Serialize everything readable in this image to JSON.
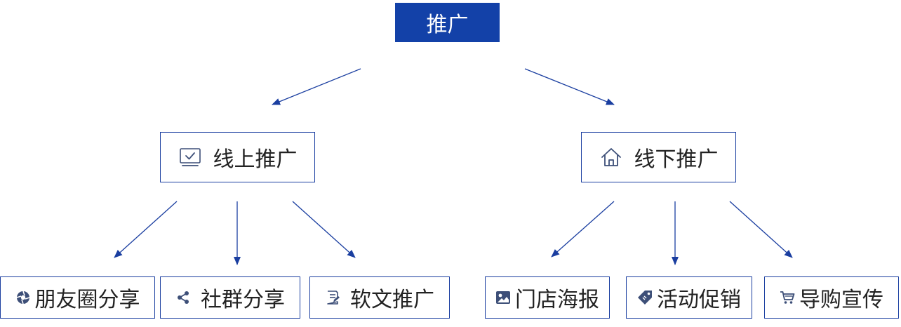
{
  "colors": {
    "accent": "#1341a8",
    "border": "#1a3ea0",
    "arrow": "#1a3ea0",
    "text": "#222222",
    "icon": "#3d4f78"
  },
  "root": {
    "label": "推广"
  },
  "online": {
    "label": "线上推广",
    "icon": "monitor-check-icon",
    "children": [
      {
        "label": "朋友圈分享",
        "icon": "aperture-icon"
      },
      {
        "label": "社群分享",
        "icon": "share-icon"
      },
      {
        "label": "软文推广",
        "icon": "document-edit-icon"
      }
    ]
  },
  "offline": {
    "label": "线下推广",
    "icon": "home-icon",
    "children": [
      {
        "label": "门店海报",
        "icon": "image-icon"
      },
      {
        "label": "活动促销",
        "icon": "tag-icon"
      },
      {
        "label": "导购宣传",
        "icon": "shopping-cart-icon"
      }
    ]
  }
}
